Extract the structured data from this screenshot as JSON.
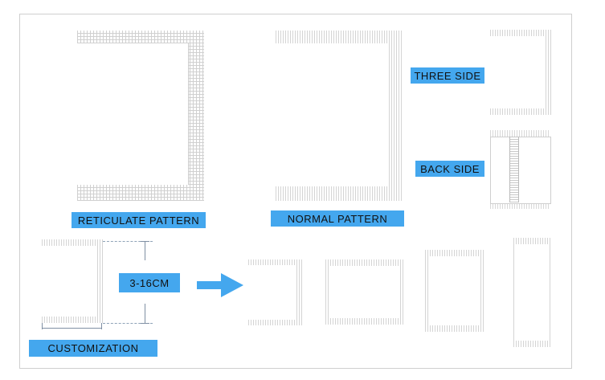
{
  "labels": {
    "reticulate": "RETICULATE PATTERN",
    "normal": "NORMAL PATTERN",
    "three_side": "THREE SIDE",
    "back_side": "BACK SIDE",
    "size": "3-16CM",
    "customization": "CUSTOMIZATION"
  },
  "colors": {
    "label_bg": "#44a7ee",
    "arrow": "#44a7ee",
    "seal": "#c4c4c4",
    "frame": "#cfcfcf"
  }
}
